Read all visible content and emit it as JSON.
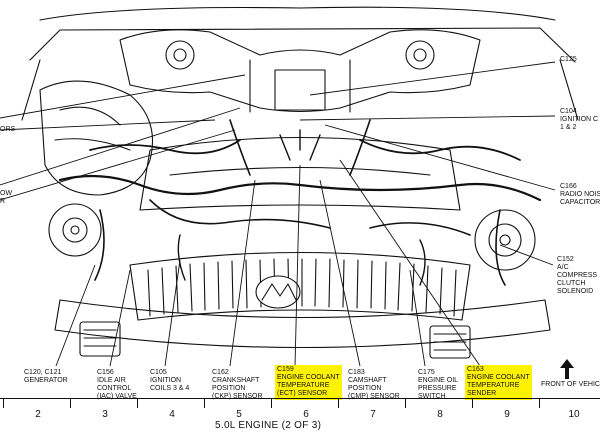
{
  "labels": [
    {
      "id": "c120",
      "text": "C120, C121\nGENERATOR",
      "highlight": false
    },
    {
      "id": "c156",
      "text": "C156\nIDLE AIR\nCONTROL\n(IAC) VALVE",
      "highlight": false
    },
    {
      "id": "c105",
      "text": "C105\nIGNITION\nCOILS 3 & 4",
      "highlight": false
    },
    {
      "id": "c162",
      "text": "C162\nCRANKSHAFT\nPOSITION\n(CKP) SENSOR",
      "highlight": false
    },
    {
      "id": "c159",
      "text": "C159\nENGINE COOLANT\nTEMPERATURE\n(ECT) SENSOR",
      "highlight": true
    },
    {
      "id": "c183",
      "text": "C183\nCAMSHAFT\nPOSITION\n(CMP) SENSOR",
      "highlight": false
    },
    {
      "id": "c175",
      "text": "C175\nENGINE OIL\nPRESSURE\nSWITCH",
      "highlight": false
    },
    {
      "id": "c163",
      "text": "C163\nENGINE COOLANT\nTEMPERATURE\nSENDER",
      "highlight": true
    },
    {
      "id": "c125",
      "text": "C125",
      "highlight": false
    },
    {
      "id": "c104",
      "text": "C104\nIGNITION C\n1 & 2",
      "highlight": false
    },
    {
      "id": "c166",
      "text": "C166\nRADIO NOIS\nCAPACITOR",
      "highlight": false
    },
    {
      "id": "c152",
      "text": "C152\nA/C\nCOMPRESS\nCLUTCH\nSOLENOID",
      "highlight": false
    },
    {
      "id": "left1",
      "text": "ORS",
      "highlight": false
    },
    {
      "id": "left2",
      "text": "OW\nR",
      "highlight": false
    }
  ],
  "front_label": "FRONT OF VEHIC",
  "column_numbers": [
    "2",
    "3",
    "4",
    "5",
    "6",
    "7",
    "8",
    "9",
    "10"
  ],
  "caption": "5.0L ENGINE (2 OF 3)",
  "colors": {
    "highlight": "#fff200",
    "ink": "#111111"
  }
}
